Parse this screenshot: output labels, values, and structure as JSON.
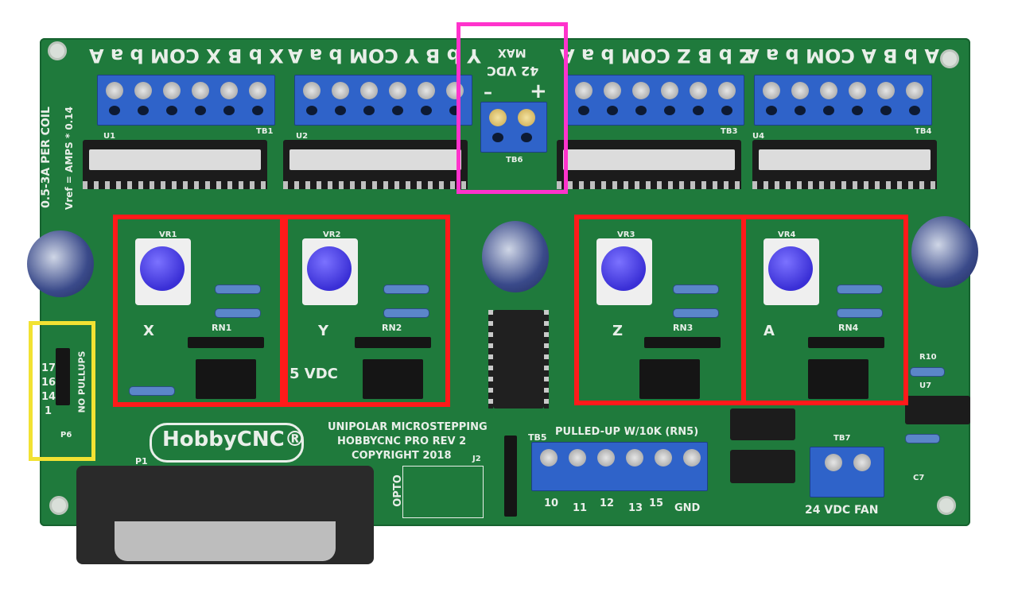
{
  "board": {
    "top_terminal_labels": {
      "x": "X b B X COM b a A",
      "y": "Y b B Y COM b a A",
      "z": "Z b B Z COM b a A",
      "a": "A b B A COM b a A"
    },
    "power_input": {
      "label": "42 VDC",
      "max": "MAX",
      "minus": "–",
      "plus": "+",
      "id": "TB6"
    },
    "tb_labels": [
      "TB1",
      "U1",
      "U2",
      "TB3",
      "TB4",
      "U4"
    ],
    "coil_note": "0.5-3A PER COIL",
    "vref_note": "Vref = AMPS * 0.14",
    "axis_labels": [
      "X",
      "Y",
      "Z",
      "A"
    ],
    "vr_labels": [
      "VR1",
      "VR2",
      "VR3",
      "VR4"
    ],
    "rn_labels": [
      "RN1",
      "RN2",
      "RN3",
      "RN4"
    ],
    "supply_text": "5 VDC",
    "pin_numbers": [
      "17",
      "16",
      "14",
      "1"
    ],
    "no_pullups": "NO PULLUPS",
    "p6": "P6",
    "title_lines": [
      "UNIPOLAR MICROSTEPPING",
      "HOBBYCNC PRO REV 2",
      "COPYRIGHT 2018"
    ],
    "logo_text": "HobbyCNC®",
    "p1": "P1",
    "j2": "J2",
    "opto": "OPTO",
    "pulled_up": "PULLED-UP W/10K (RN5)",
    "tb5": "TB5",
    "input_pins": [
      "10",
      "11",
      "12",
      "13",
      "15",
      "GND"
    ],
    "fan": "24 VDC FAN",
    "tb7": "TB7",
    "u7": "U7",
    "r10": "R10",
    "c7": "C7"
  },
  "highlights": {
    "red_color": "#ff1a1a",
    "magenta_color": "#ff33cc",
    "yellow_color": "#f2e233"
  }
}
